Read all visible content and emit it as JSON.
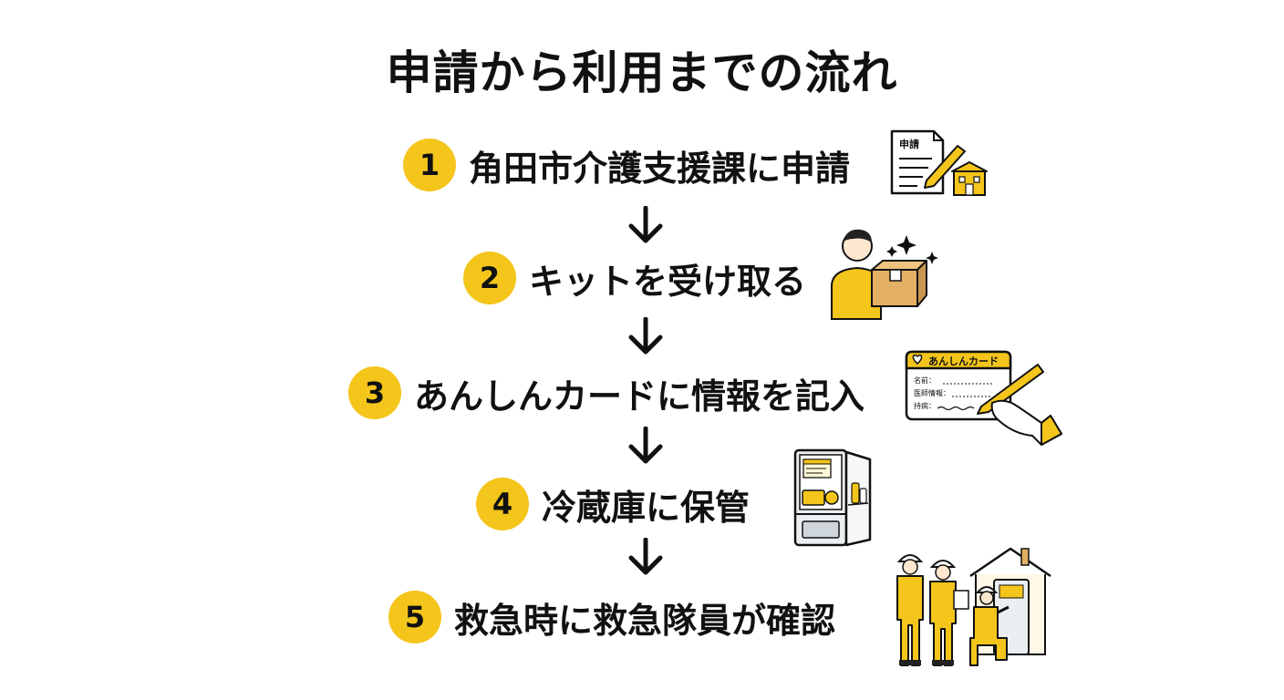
{
  "title": "申請から利用までの流れ",
  "steps": [
    {
      "number": "1",
      "label": "角田市介護支援課に申請",
      "illustration": "application-form-and-city-hall"
    },
    {
      "number": "2",
      "label": "キットを受け取る",
      "illustration": "person-receiving-box"
    },
    {
      "number": "3",
      "label": "あんしんカードに情報を記入",
      "illustration": "writing-card"
    },
    {
      "number": "4",
      "label": "冷蔵庫に保管",
      "illustration": "refrigerator"
    },
    {
      "number": "5",
      "label": "救急時に救急隊員が確認",
      "illustration": "paramedics-checking-fridge"
    }
  ],
  "illustrations": {
    "form_label": "申請",
    "card_title": "あんしんカード",
    "card_fields": [
      "名前：",
      "医師情報：",
      "持病："
    ]
  },
  "colors": {
    "accent": "#f4c51b",
    "text": "#111111",
    "background": "#ffffff"
  }
}
